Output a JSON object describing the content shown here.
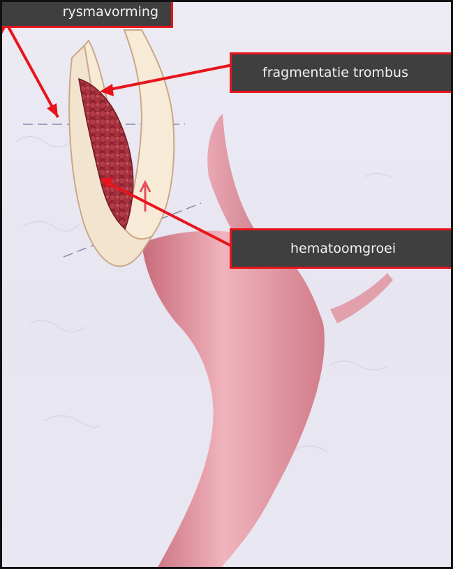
{
  "labels": {
    "aneurysm": "rysmavorming",
    "fragmentation": "fragmentatie trombus",
    "hematoma": "hematoomgroei"
  },
  "colors": {
    "callout_fill": "#3f3f3f",
    "callout_border": "#e8141b",
    "arrow": "#e8141b",
    "vessel": "#e49aa6",
    "thrombus": "#9c2a36"
  }
}
